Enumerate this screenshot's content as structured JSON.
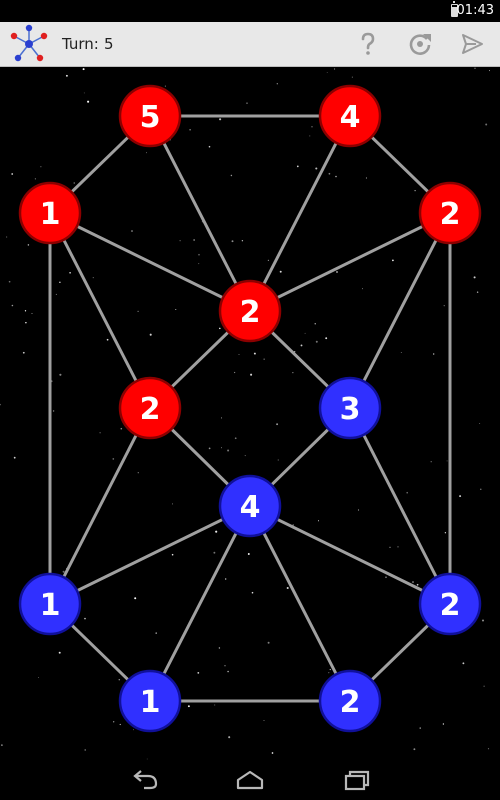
{
  "status_bar": {
    "time": "01:43",
    "battery_icon": "battery-icon"
  },
  "action_bar": {
    "app_icon": "graph-molecule-icon",
    "turn_label": "Turn:",
    "turn_value": "5",
    "actions": [
      "help-icon",
      "restart-icon",
      "send-icon"
    ]
  },
  "colors": {
    "red": "#ff0000",
    "blue": "#3030ff",
    "edge": "#a0a0a0",
    "background": "#000000"
  },
  "board": {
    "nodes": [
      {
        "id": "n1",
        "team": "red",
        "value": "5"
      },
      {
        "id": "n2",
        "team": "red",
        "value": "4"
      },
      {
        "id": "n3",
        "team": "red",
        "value": "1"
      },
      {
        "id": "n4",
        "team": "red",
        "value": "2"
      },
      {
        "id": "n5",
        "team": "red",
        "value": "2"
      },
      {
        "id": "n6",
        "team": "red",
        "value": "2"
      },
      {
        "id": "n7",
        "team": "blue",
        "value": "3"
      },
      {
        "id": "n8",
        "team": "blue",
        "value": "4"
      },
      {
        "id": "n9",
        "team": "blue",
        "value": "1"
      },
      {
        "id": "n10",
        "team": "blue",
        "value": "2"
      },
      {
        "id": "n11",
        "team": "blue",
        "value": "1"
      },
      {
        "id": "n12",
        "team": "blue",
        "value": "2"
      }
    ],
    "edges": [
      [
        "n1",
        "n2"
      ],
      [
        "n1",
        "n3"
      ],
      [
        "n1",
        "n5"
      ],
      [
        "n2",
        "n4"
      ],
      [
        "n2",
        "n5"
      ],
      [
        "n3",
        "n5"
      ],
      [
        "n3",
        "n6"
      ],
      [
        "n3",
        "n9"
      ],
      [
        "n4",
        "n5"
      ],
      [
        "n4",
        "n7"
      ],
      [
        "n4",
        "n10"
      ],
      [
        "n5",
        "n6"
      ],
      [
        "n5",
        "n7"
      ],
      [
        "n6",
        "n8"
      ],
      [
        "n6",
        "n9"
      ],
      [
        "n7",
        "n8"
      ],
      [
        "n7",
        "n10"
      ],
      [
        "n8",
        "n9"
      ],
      [
        "n8",
        "n10"
      ],
      [
        "n8",
        "n11"
      ],
      [
        "n8",
        "n12"
      ],
      [
        "n9",
        "n11"
      ],
      [
        "n10",
        "n12"
      ],
      [
        "n11",
        "n12"
      ]
    ]
  },
  "nav_bar": {
    "buttons": [
      "back-icon",
      "home-icon",
      "recents-icon"
    ]
  }
}
